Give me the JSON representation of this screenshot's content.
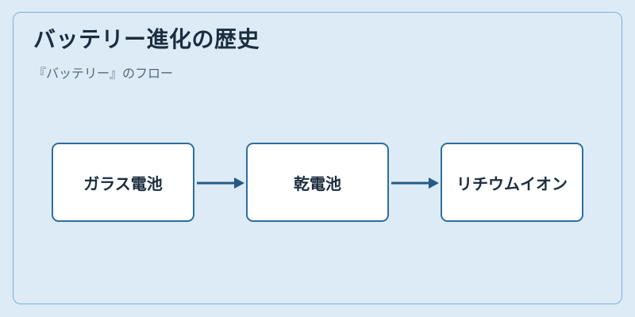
{
  "diagram": {
    "title": "バッテリー進化の歴史",
    "subtitle": "『バッテリー』のフロー",
    "nodes": [
      {
        "label": "ガラス電池"
      },
      {
        "label": "乾電池"
      },
      {
        "label": "リチウムイオン"
      }
    ],
    "colors": {
      "background": "#dcebf6",
      "frame_border": "#7fb0d3",
      "node_border": "#2e6e9e",
      "node_fill": "#ffffff",
      "arrow": "#245a85",
      "title_text": "#1b2d3f",
      "subtitle_text": "#56687a"
    }
  }
}
